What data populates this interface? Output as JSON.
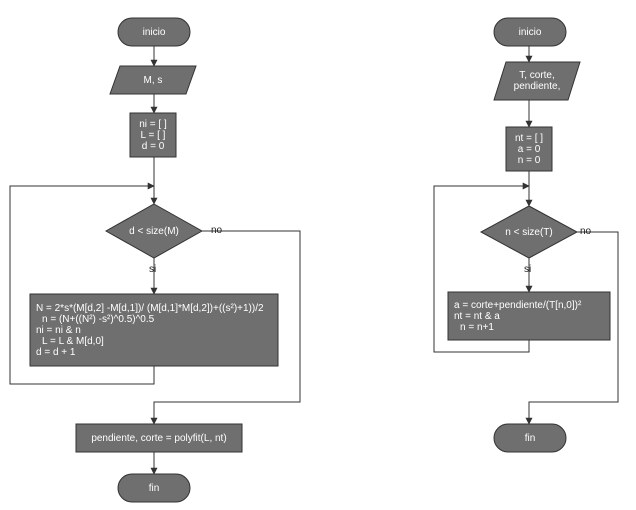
{
  "left_flow": {
    "start": "inicio",
    "input": "M, s",
    "init": [
      "ni = [ ]",
      "L = [ ]",
      "d = 0"
    ],
    "condition": "d < size(M)",
    "yes": "si",
    "no": "no",
    "body": [
      "N = 2*s*(M[d,2] -M[d,1])/ (M[d,1]*M[d,2])+((s²)+1))/2",
      "n = (N+((N²) -s²)^0.5)^0.5",
      "ni = ni & n",
      "L = L & M[d,0]",
      "d = d + 1"
    ],
    "after": "pendiente, corte = polyfit(L, nt)",
    "end": "fin"
  },
  "right_flow": {
    "start": "inicio",
    "input": [
      "T, corte,",
      "pendiente,"
    ],
    "init": [
      "nt = [ ]",
      "a = 0",
      "n = 0"
    ],
    "condition": "n < size(T)",
    "yes": "si",
    "no": "no",
    "body": [
      "a = corte+pendiente/(T[n,0])²",
      "nt = nt & a",
      "n = n+1"
    ],
    "end": "fin"
  },
  "colors": {
    "node_fill": "#6f6f6f",
    "node_stroke": "#333333",
    "line": "#333333",
    "text": "#ffffff"
  }
}
